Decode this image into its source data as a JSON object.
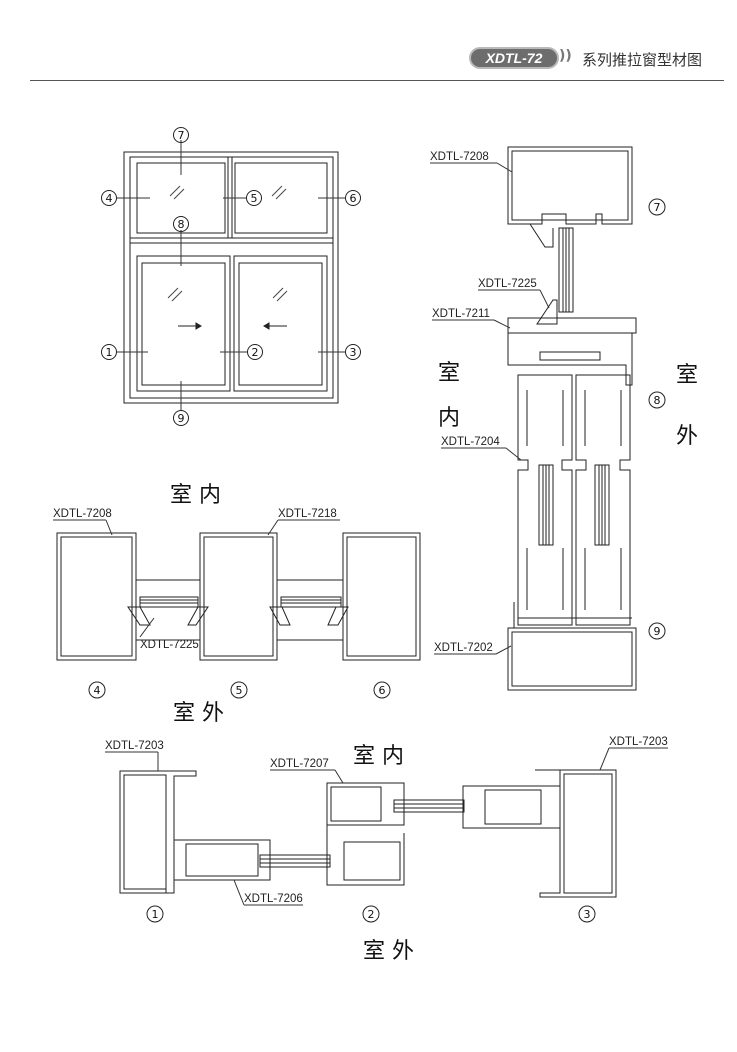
{
  "header": {
    "model_badge": "XDTL-72",
    "arrows": "))",
    "subtitle": "系列推拉窗型材图"
  },
  "labels": {
    "p7208_right": "XDTL-7208",
    "p7225_right": "XDTL-7225",
    "p7211": "XDTL-7211",
    "p7204": "XDTL-7204",
    "p7202": "XDTL-7202",
    "p7208_left": "XDTL-7208",
    "p7218": "XDTL-7218",
    "p7225_left": "XDTL-7225",
    "p7203_left": "XDTL-7203",
    "p7207": "XDTL-7207",
    "p7203_right": "XDTL-7203",
    "p7206": "XDTL-7206"
  },
  "callouts": {
    "n1": "1",
    "n2": "2",
    "n3": "3",
    "n4": "4",
    "n5": "5",
    "n6": "6",
    "n7": "7",
    "n8": "8",
    "n9": "9"
  },
  "side_text": {
    "indoor_char1": "室",
    "indoor_char2": "内",
    "outdoor_char1": "室",
    "outdoor_char2": "外",
    "mid_indoor": "室 内",
    "mid_outdoor": "室 外",
    "bot_indoor": "室 内",
    "bot_outdoor": "室 外"
  }
}
